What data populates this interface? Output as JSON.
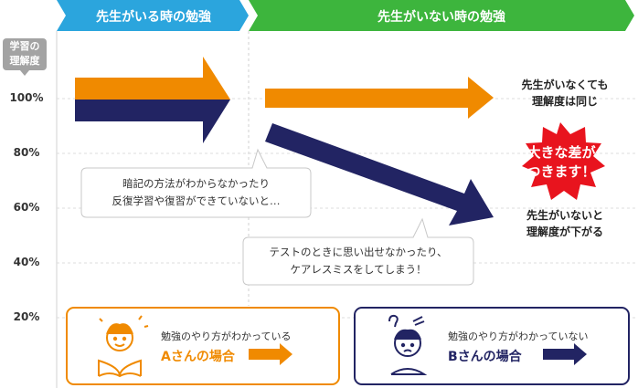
{
  "phases": {
    "with_teacher": "先生がいる時の勉強",
    "without_teacher": "先生がいない時の勉強"
  },
  "axis": {
    "badge": [
      "学習の",
      "理解度"
    ],
    "ticks": [
      "100%",
      "80%",
      "60%",
      "40%",
      "20%"
    ]
  },
  "notes": {
    "same_lines": [
      "先生がいなくても",
      "理解度は同じ"
    ],
    "drop_lines": [
      "先生がいないと",
      "理解度が下がる"
    ]
  },
  "burst_lines": [
    "大きな差が",
    "つきます！"
  ],
  "callouts": {
    "first": [
      "暗記の方法がわからなかったり",
      "反復学習や復習ができていないと…"
    ],
    "second": [
      "テストのときに思い出せなかったり、",
      "ケアレスミスをしてしまう！"
    ]
  },
  "cases": {
    "a": {
      "subtitle": "勉強のやり方がわかっている",
      "title": "Aさんの場合"
    },
    "b": {
      "subtitle": "勉強のやり方がわかっていない",
      "title": "Bさんの場合"
    }
  },
  "colors": {
    "blue_banner": "#2ba5dd",
    "green_banner": "#3db53d",
    "orange": "#f08a00",
    "navy": "#222463",
    "burst": "#e8141e",
    "badge_gray": "#a3a3a3"
  }
}
